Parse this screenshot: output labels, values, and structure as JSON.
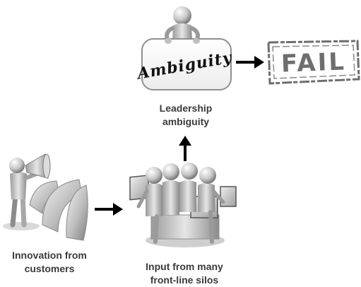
{
  "leadership": {
    "sign_text": "Ambiguity",
    "caption_line1": "Leadership",
    "caption_line2": "ambiguity"
  },
  "stamp": {
    "text": "FAIL"
  },
  "customers": {
    "caption_line1": "Innovation from",
    "caption_line2": "customers"
  },
  "silos": {
    "caption_line1": "Input from many",
    "caption_line2": "front-line silos"
  },
  "colors": {
    "figure": "#c9c9c9",
    "figure_dark": "#8d8d8d",
    "arrow": "#000000",
    "stamp": "#6e6e6e",
    "caption": "#3a3a3a"
  }
}
